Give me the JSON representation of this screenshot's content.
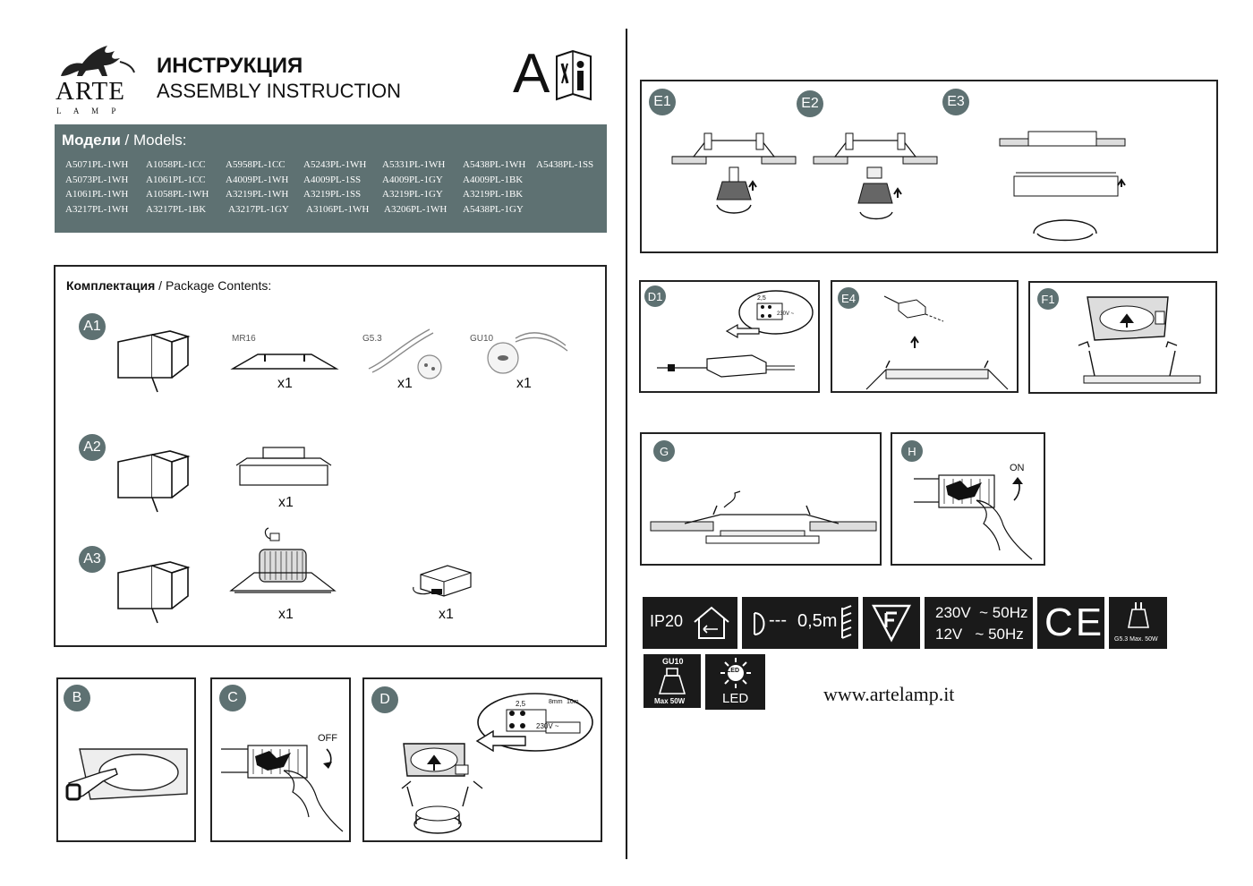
{
  "header": {
    "brand": "ARTE",
    "brand_sub": "L A M P",
    "title_ru": "ИНСТРУКЦИЯ",
    "title_en": "ASSEMBLY INSTRUCTION",
    "mark": "A"
  },
  "models": {
    "title_ru": "Модели",
    "title_sep": " / ",
    "title_en": "Models:",
    "rows": [
      [
        "A5071PL-1WH",
        "A1058PL-1CC",
        "A5958PL-1CC",
        "A5243PL-1WH",
        "A5331PL-1WH",
        "A5438PL-1WH",
        "A5438PL-1SS"
      ],
      [
        "A5073PL-1WH",
        "A1061PL-1CC",
        "A4009PL-1WH",
        "A4009PL-1SS",
        "A4009PL-1GY",
        "A4009PL-1BK"
      ],
      [
        "A1061PL-1WH",
        "A1058PL-1WH",
        "A3219PL-1WH",
        "A3219PL-1SS",
        "A3219PL-1GY",
        "A3219PL-1BK"
      ],
      [
        "A3217PL-1WH",
        "A3217PL-1BK",
        "A3217PL-1GY",
        "A3106PL-1WH",
        "A3206PL-1WH",
        "A5438PL-1GY"
      ]
    ]
  },
  "package": {
    "title_ru": "Комплектация",
    "title_sep": " / ",
    "title_en": "Package Contents:",
    "steps": {
      "a1": "A1",
      "a2": "A2",
      "a3": "A3"
    },
    "labels": {
      "mr16": "MR16",
      "g53": "G5.3",
      "gu10": "GU10"
    },
    "qty": "x1"
  },
  "steps": {
    "b": "B",
    "c": "C",
    "d": "D",
    "e1": "E1",
    "e2": "E2",
    "e3": "E3",
    "d1": "D1",
    "e4": "E4",
    "f1": "F1",
    "g": "G",
    "h": "H"
  },
  "switch": {
    "off": "OFF",
    "on": "ON"
  },
  "terminal": {
    "strip": "2,5",
    "mm8": "8mm",
    "mm10": "10m",
    "voltage": "230V ~"
  },
  "symbols": {
    "ip": "IP20",
    "distance": "0,5m",
    "v230": "230V  ~ 50Hz",
    "v12": "12V   ~ 50Hz",
    "ce": "CE",
    "g53": "G5.3 Max. 50W",
    "gu10": "GU10",
    "gu10_max": "Max 50W",
    "led": "LED",
    "led_small": "LED"
  },
  "website": "www.artelamp.it"
}
